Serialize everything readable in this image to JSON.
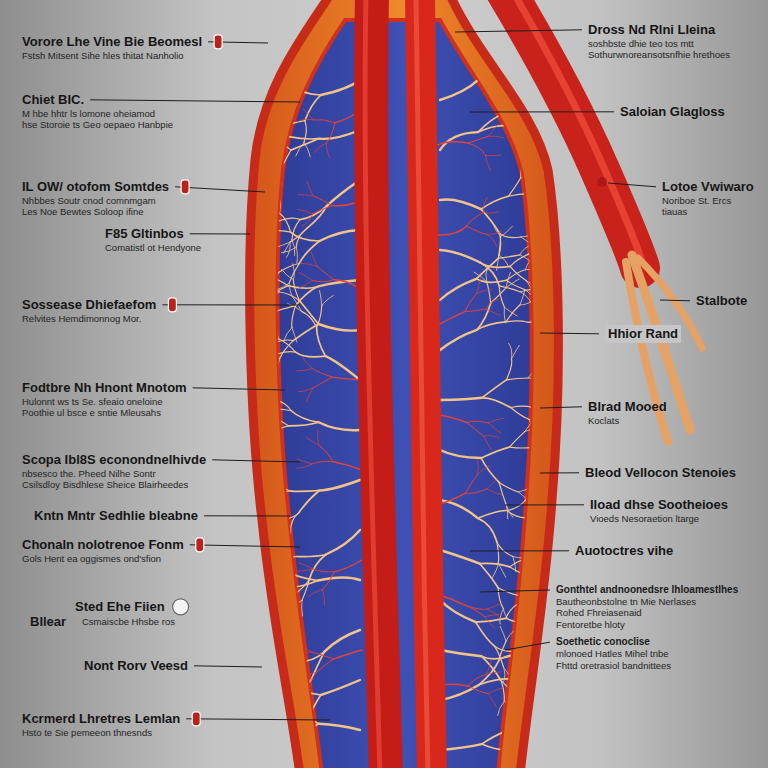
{
  "diagram": {
    "labels": [
      "Vorore Lhe Vine Bie Beomesl",
      "Fstsh Mitsent Sihe hles thitat Nanholio",
      "Chiet BIC.",
      "M hbe hhtr ls lomone oheiamod",
      "hse Storoie ts Geo oepaeo Hanbpie",
      "IL OW/ otofom Somtdes",
      "Nhbbes Soutr cnod comnmgam",
      "Les Noe Bewtes Soloop ifine",
      "F85 Gltinbos",
      "Comatistl ot Hendyone",
      "Sossease Dhiefaefom",
      "Relvites Hemdimonnog Mor.",
      "Fodtbre Nh Hnont Mnotom",
      "Hulonnt ws ts Se. sfeaio oneloine",
      "Poothie ul bsce e sntie Mleusahs",
      "Scopa Ibl8S econondnelhivde",
      "nbsesco the. Pheed Nilhe Sontr",
      "Csilsdloy Bisdhlese Sheice Blairheedes",
      "Kntn Mntr Sedhlie bleabne",
      "Chonaln nolotrenoe Fonm",
      "Gols Hent ea oggismes ond'sfion",
      "Sted Ehe Fiien",
      "Bllear",
      "Csmaiscbe Hhsbe ros",
      "Nont Rorv Veesd",
      "Kcrmerd Lhretres Lemlan",
      "Hsto te Sie pemeeon thnesnds",
      "Dross Nd Rlni Lleina",
      "soshbste dhie teo tos mtt",
      "Sothurwnoreansotsnfhie hrethoes",
      "Saloian Glagloss",
      "Lotoe Vwiwaro",
      "Noriboe St. Ercs",
      "tiauas",
      "Stalbote",
      "Hhior Rand",
      "Blrad Mooed",
      "Koclats",
      "Bleod Vellocon Stenoies",
      "Iload dhse Sootheioes",
      "Vioeds Nesoraetion ltarge",
      "Auotoctres vihe",
      "Gonthtel andnoonedsre lhloamestlhes",
      "Bautheonbstolne tn Mie Nerlases",
      "Rohed Fhreiasenaid",
      "Fentoretbe hloty",
      "Soethetic conoclise",
      "mlonoed Hatles Mihel tnbe",
      "Fhttd oretrasiol bandnittees"
    ]
  }
}
